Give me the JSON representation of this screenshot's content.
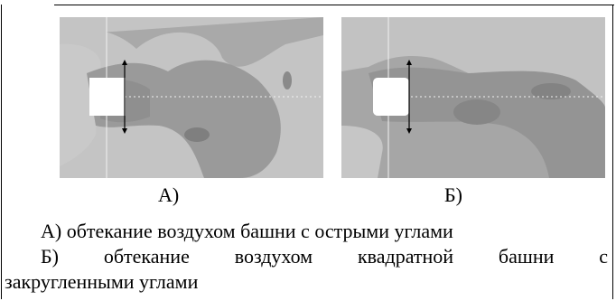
{
  "figures": [
    {
      "label": "А)",
      "corner_style": "sharp"
    },
    {
      "label": "Б)",
      "corner_style": "rounded"
    }
  ],
  "caption": {
    "line1": "А) обтекание воздухом башни с острыми углами",
    "line2_words": [
      "Б)",
      "обтекание",
      "воздухом",
      "квадратной",
      "башни",
      "с"
    ],
    "line3": "закругленными углами"
  },
  "colors": {
    "field_base": "#a9a9a9",
    "field_light": "#c4c4c4",
    "field_dark": "#8f8f8f",
    "field_darker": "#7f7f7f",
    "block": "#ffffff"
  }
}
